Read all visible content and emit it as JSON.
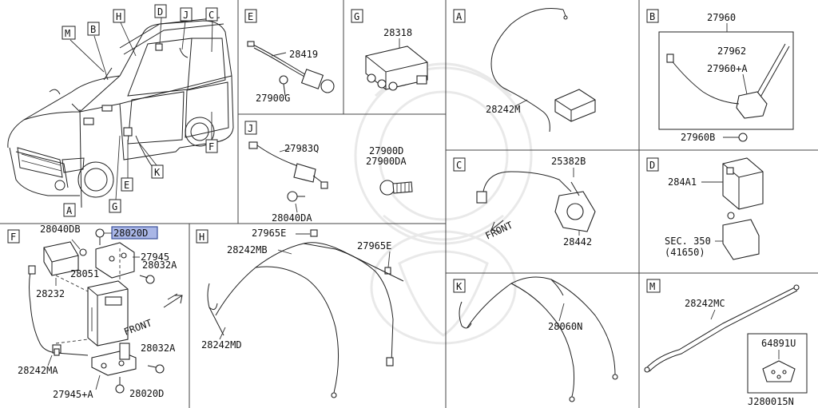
{
  "diagram_id": "J280015N",
  "highlight_part": "28020D",
  "panels": {
    "main": {
      "callouts": [
        "H",
        "D",
        "J",
        "C",
        "M",
        "B",
        "A",
        "E",
        "G",
        "K",
        "F"
      ]
    },
    "F": {
      "letter": "F",
      "parts": [
        "28040DB",
        "28020D",
        "27945",
        "28032A",
        "28051",
        "28232",
        "28032A",
        "28242MA",
        "27945+A",
        "28020D"
      ],
      "direction": "FRONT"
    },
    "H": {
      "letter": "H",
      "parts": [
        "27965E",
        "28242MB",
        "27965E",
        "28242MD"
      ]
    },
    "E": {
      "letter": "E",
      "parts": [
        "28419",
        "27900G"
      ]
    },
    "G": {
      "letter": "G",
      "parts": [
        "28318"
      ]
    },
    "J": {
      "letter": "J",
      "parts": [
        "27983Q",
        "28040DA"
      ]
    },
    "misc": {
      "parts": [
        "27900D",
        "27900DA"
      ]
    },
    "A": {
      "letter": "A",
      "parts": [
        "28242M"
      ]
    },
    "B": {
      "letter": "B",
      "parts": [
        "27960",
        "27962",
        "27960+A",
        "27960B"
      ]
    },
    "C": {
      "letter": "C",
      "parts": [
        "25382B",
        "28442"
      ],
      "direction": "FRONT"
    },
    "D": {
      "letter": "D",
      "parts": [
        "284A1",
        "SEC. 350",
        "(41650)"
      ]
    },
    "K": {
      "letter": "K",
      "parts": [
        "28060N"
      ]
    },
    "M": {
      "letter": "M",
      "parts": [
        "28242MC",
        "64891U"
      ]
    }
  }
}
